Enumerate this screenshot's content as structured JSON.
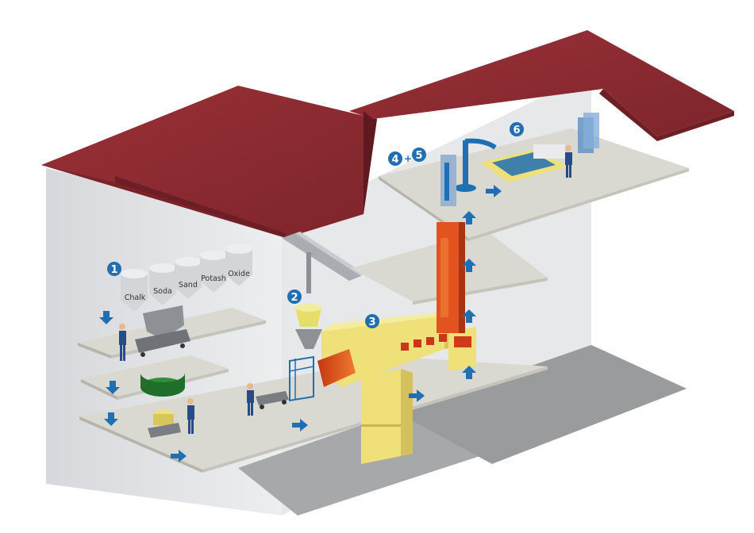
{
  "colors": {
    "roof": "#8f2c32",
    "roof_dark": "#6e1f25",
    "wall": "#e4e6e8",
    "floor": "#d9d9d2",
    "floor_edge": "#b9b9b1",
    "shadow": "#a9aaac",
    "machine_yellow": "#f0e27a",
    "furnace_orange": "#e2531f",
    "marker_blue": "#1f6fb2"
  },
  "steps": [
    {
      "number": "1"
    },
    {
      "number": "2"
    },
    {
      "number": "3"
    },
    {
      "number": "4"
    },
    {
      "number": "5"
    },
    {
      "number": "6"
    }
  ],
  "step_joiner": "+",
  "silos": [
    {
      "label": "Chalk"
    },
    {
      "label": "Soda"
    },
    {
      "label": "Sand"
    },
    {
      "label": "Potash"
    },
    {
      "label": "Oxide"
    }
  ]
}
